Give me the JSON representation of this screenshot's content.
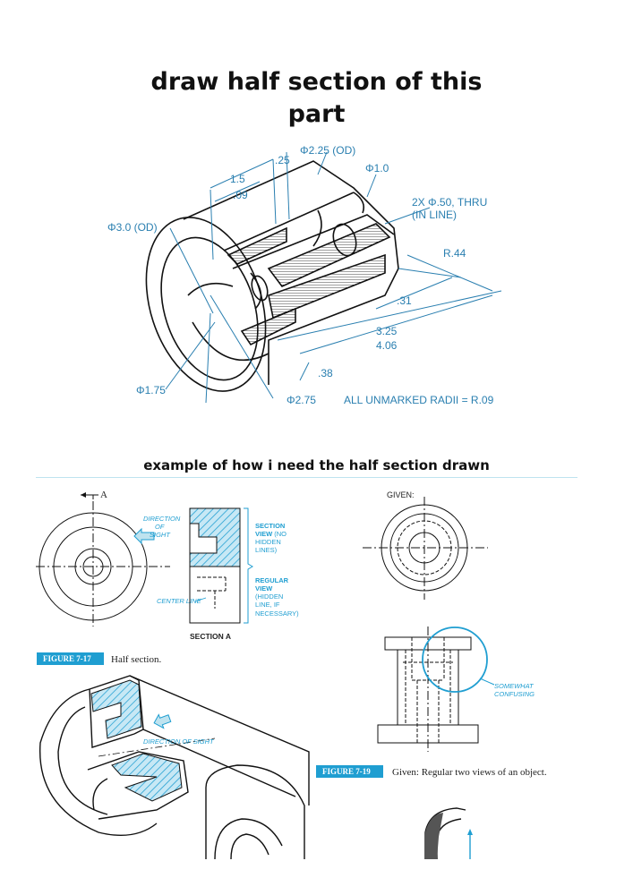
{
  "heading": {
    "line1": "draw half section of this",
    "line2": "part"
  },
  "part_dims": {
    "od_225": "Φ2.25 (OD)",
    "d_25": ".25",
    "d_15": "1.5",
    "d_09": ".09",
    "dia_10": "Φ1.0",
    "holes": "2X Φ.50, THRU",
    "holes2": "(IN LINE)",
    "od_30": "Φ3.0 (OD)",
    "r44": "R.44",
    "d_31": ".31",
    "d_325": "3.25",
    "d_406": "4.06",
    "d_38": ".38",
    "dia_175": "Φ1.75",
    "dia_275": "Φ2.75",
    "note": "ALL UNMARKED RADII = R.09"
  },
  "subheading": "example of how i need the half section drawn",
  "example": {
    "arrow_a": "A",
    "direction1": "DIRECTION",
    "direction2": "OF",
    "direction3": "SIGHT",
    "sec1": "SECTION",
    "sec2": "VIEW",
    "sec2b": "(NO",
    "sec3": "HIDDEN",
    "sec4": "LINES)",
    "reg1": "REGULAR",
    "reg2": "VIEW",
    "reg3": "(HIDDEN",
    "reg4": "LINE, IF",
    "reg5": "NECESSARY)",
    "center_line": "CENTER LINE",
    "section_a": "SECTION A",
    "fig717": "FIGURE 7-17",
    "fig717_cap": "Half section.",
    "dir_sight": "DIRECTION OF SIGHT",
    "given": "GIVEN:",
    "somewhat1": "SOMEWHAT",
    "somewhat2": "CONFUSING",
    "fig719": "FIGURE 7-19",
    "fig719_cap": "Given: Regular two views of an object."
  },
  "colors": {
    "accent": "#1f9ed1",
    "dim": "#2a7fb0",
    "hatch": "#5fb8dc"
  }
}
